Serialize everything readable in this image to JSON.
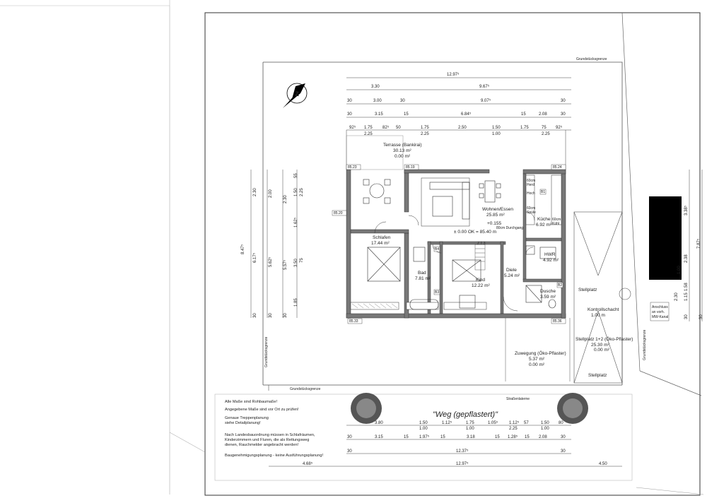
{
  "border_labels": {
    "grundstuecksgrenze_top": "Grundstücksgrenze",
    "grundstuecksgrenze_left": "Grundstücksgrenze",
    "grundstuecksgrenze_bottom": "Grundstücksgrenze",
    "grundstuecksgrenze_right": "Grundstücksgrenze"
  },
  "top_dims": {
    "overall": "12.97⁵",
    "row2": [
      "3.30",
      "9.67⁵"
    ],
    "row3": [
      "30",
      "3.00",
      "30",
      "9.07⁵",
      "30"
    ],
    "row4": [
      "30",
      "3.15",
      "15",
      "6.84⁵",
      "15",
      "2.08",
      "30"
    ],
    "row5_top": [
      "92⁵",
      "1.75",
      "82⁵",
      "50",
      "1.75",
      "2.50",
      "1.50",
      "1.75",
      "75",
      "92⁵"
    ],
    "row5_bottom": [
      "2.25",
      "2.25",
      "1.00",
      "2.25"
    ]
  },
  "left_dims": [
    "8.47⁵",
    "6.17⁵",
    "2.30",
    "5.62⁵",
    "2.00",
    "5.57⁵",
    "2.30",
    "1.62⁵",
    "1.50",
    "3.50",
    "75",
    "2.25",
    "55",
    "1.85",
    "30",
    "30",
    "30"
  ],
  "right_dims": [
    "7.87⁵",
    "3.38⁵",
    "1.00",
    "2.38",
    "1.58",
    "2.30",
    "1.15",
    "30",
    "30"
  ],
  "levels": [
    "85.23",
    "85.19",
    "85.24",
    "85.20",
    "85.33",
    "85.36"
  ],
  "rooms": {
    "terrasse": {
      "name": "Terrasse (Bankirai)",
      "area": "30.13 m²",
      "area2": "0.00 m²"
    },
    "wohnen": {
      "name": "Wohnen/Essen",
      "area": "25.85 m²"
    },
    "kueche": {
      "name": "Küche",
      "area": "6.92 m²"
    },
    "schlafen": {
      "name": "Schlafen",
      "area": "17.44 m²"
    },
    "bad": {
      "name": "Bad",
      "area": "7.81 m²"
    },
    "kind": {
      "name": "Kind",
      "area": "12.22 m²"
    },
    "diele": {
      "name": "Diele",
      "area": "5.24 m²"
    },
    "hwr": {
      "name": "HWR",
      "area": "4.92 m²"
    },
    "dusche": {
      "name": "Dusche",
      "area": "3.59 m²"
    }
  },
  "level_note": {
    "plus": "+0.155",
    "ok": "± 0.00 OK = 85.40 m",
    "durchgang": "80cm Durchgang"
  },
  "parking": {
    "stellplatz_1": "Stellplatz",
    "kontrollschacht": "Kontrollschacht",
    "kontrollschacht_size": "1.00 m",
    "stellplatz_12": "Stellplatz 1+2 (Öko-Pflaster)",
    "stellplatz_12_area": "25.30 m²",
    "stellplatz_12_area2": "0.00 m²",
    "stellplatz_2": "Stellplatz",
    "anschluss": [
      "Anschluss",
      "an vorh.",
      "MW-Kanal"
    ]
  },
  "zuwegung": {
    "name": "Zuwegung (Öko-Pflaster)",
    "area": "5.37 m²",
    "area2": "0.00 m²"
  },
  "notes": [
    "Alle Maße sind Rohbaumaße!",
    "Angegebene Maße sind vor Ort zu prüfen!",
    "Genaue Treppenplanung",
    "siehe Detailplanung!",
    "Nach Landesbauordnung müssen in Schlafräumen,",
    "Kinderzimmern und Fluren, die als Rettungsweg",
    "dienen, Rauchmelder angebracht werden!",
    "Baugenehmigungsplanung - keine Ausführungsplanung!"
  ],
  "street": {
    "label": "\"Weg (gepflastert)\"",
    "lamp": "Straßenlaterne"
  },
  "bottom_dims": {
    "row1": [
      "3.80",
      "1.50",
      "1.12⁵",
      "1.75",
      "1.05⁵",
      "1.12⁵",
      "57",
      "1.50",
      "80"
    ],
    "row1_b": [
      "1.00",
      "1.00",
      "2.25",
      "1.00"
    ],
    "row2": [
      "30",
      "3.15",
      "15",
      "1.97⁵",
      "15",
      "3.18",
      "15",
      "1.28⁵",
      "15",
      "2.08",
      "30"
    ],
    "row3": [
      "30",
      "12.37⁵",
      "30"
    ],
    "row4": [
      "4.68⁵",
      "12.97⁵",
      "4.50"
    ]
  },
  "appliance_labels": [
    "60cm",
    "Herd",
    "Hoch",
    "60cm",
    "Spüle",
    "60cm",
    "Kühl"
  ],
  "bath_tags": [
    "B4",
    "B3",
    "B1",
    "B2"
  ],
  "stair_label": "Z T 3"
}
